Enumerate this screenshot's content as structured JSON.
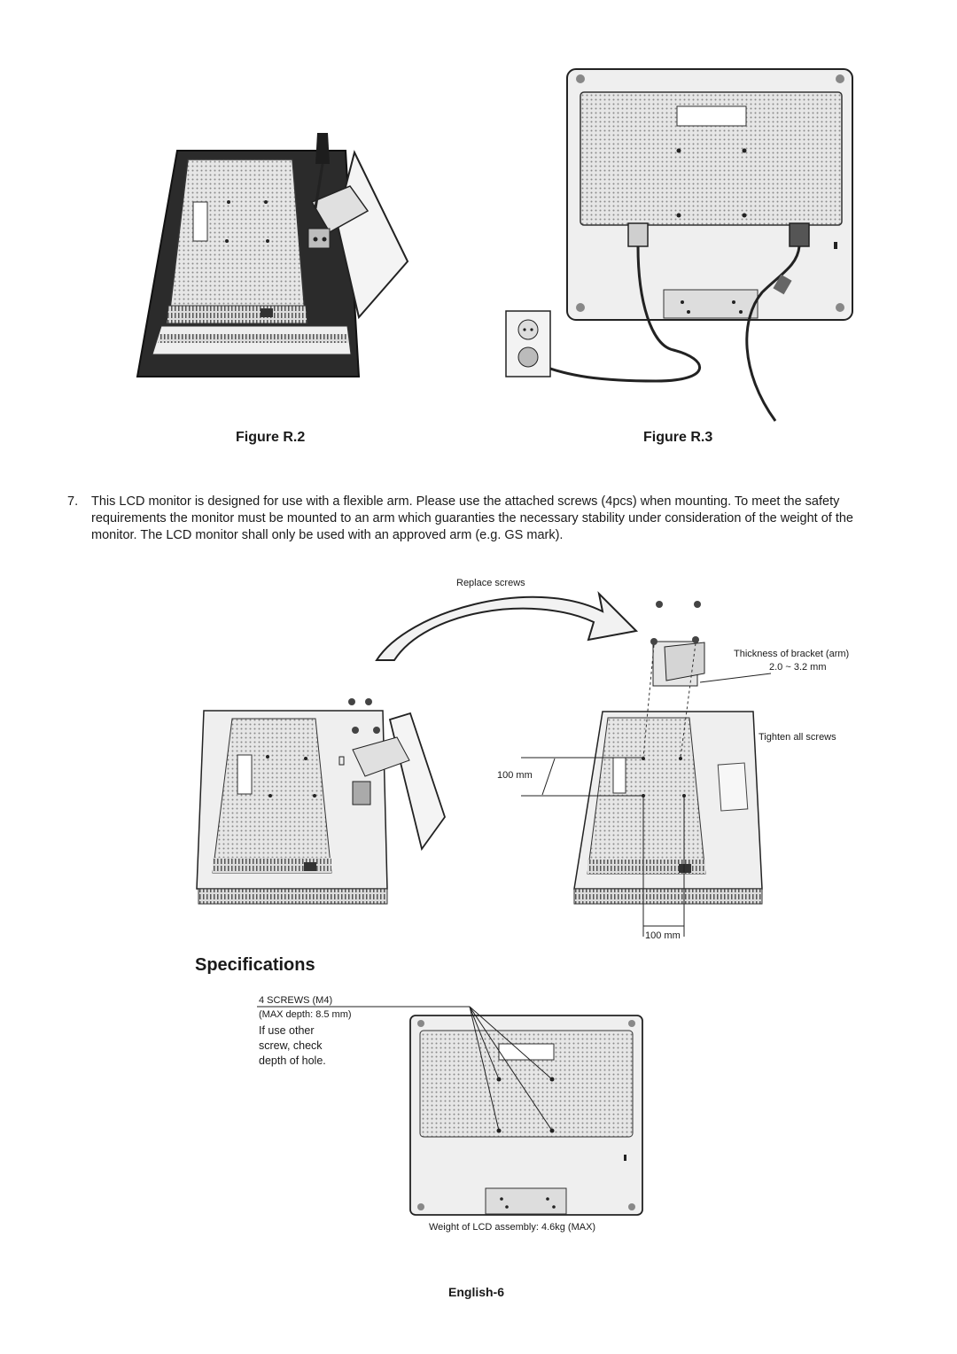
{
  "figures": {
    "r2_caption": "Figure R.2",
    "r3_caption": "Figure R.3"
  },
  "step7": {
    "number": "7.",
    "text": "This LCD monitor is designed for use with a flexible arm. Please use the attached screws (4pcs) when mounting. To meet the safety requirements the monitor must be mounted to an arm which guaranties the necessary stability under consideration of the weight of the monitor. The LCD monitor shall only be used with an approved arm (e.g. GS mark)."
  },
  "arm_diagram": {
    "replace_screws": "Replace screws",
    "bracket_thickness_title": "Thickness of bracket (arm)",
    "bracket_thickness_value": "2.0 ~ 3.2 mm",
    "tighten": "Tighten all screws",
    "spacing_vertical": "100 mm",
    "spacing_horizontal": "100 mm"
  },
  "specifications": {
    "heading": "Specifications",
    "screws": "4 SCREWS (M4)",
    "max_depth": "(MAX depth: 8.5 mm)",
    "note_line1": "If use other",
    "note_line2": "screw, check",
    "note_line3": "depth of hole.",
    "weight": "Weight of LCD assembly: 4.6kg (MAX)"
  },
  "footer": {
    "page_label": "English-6"
  }
}
